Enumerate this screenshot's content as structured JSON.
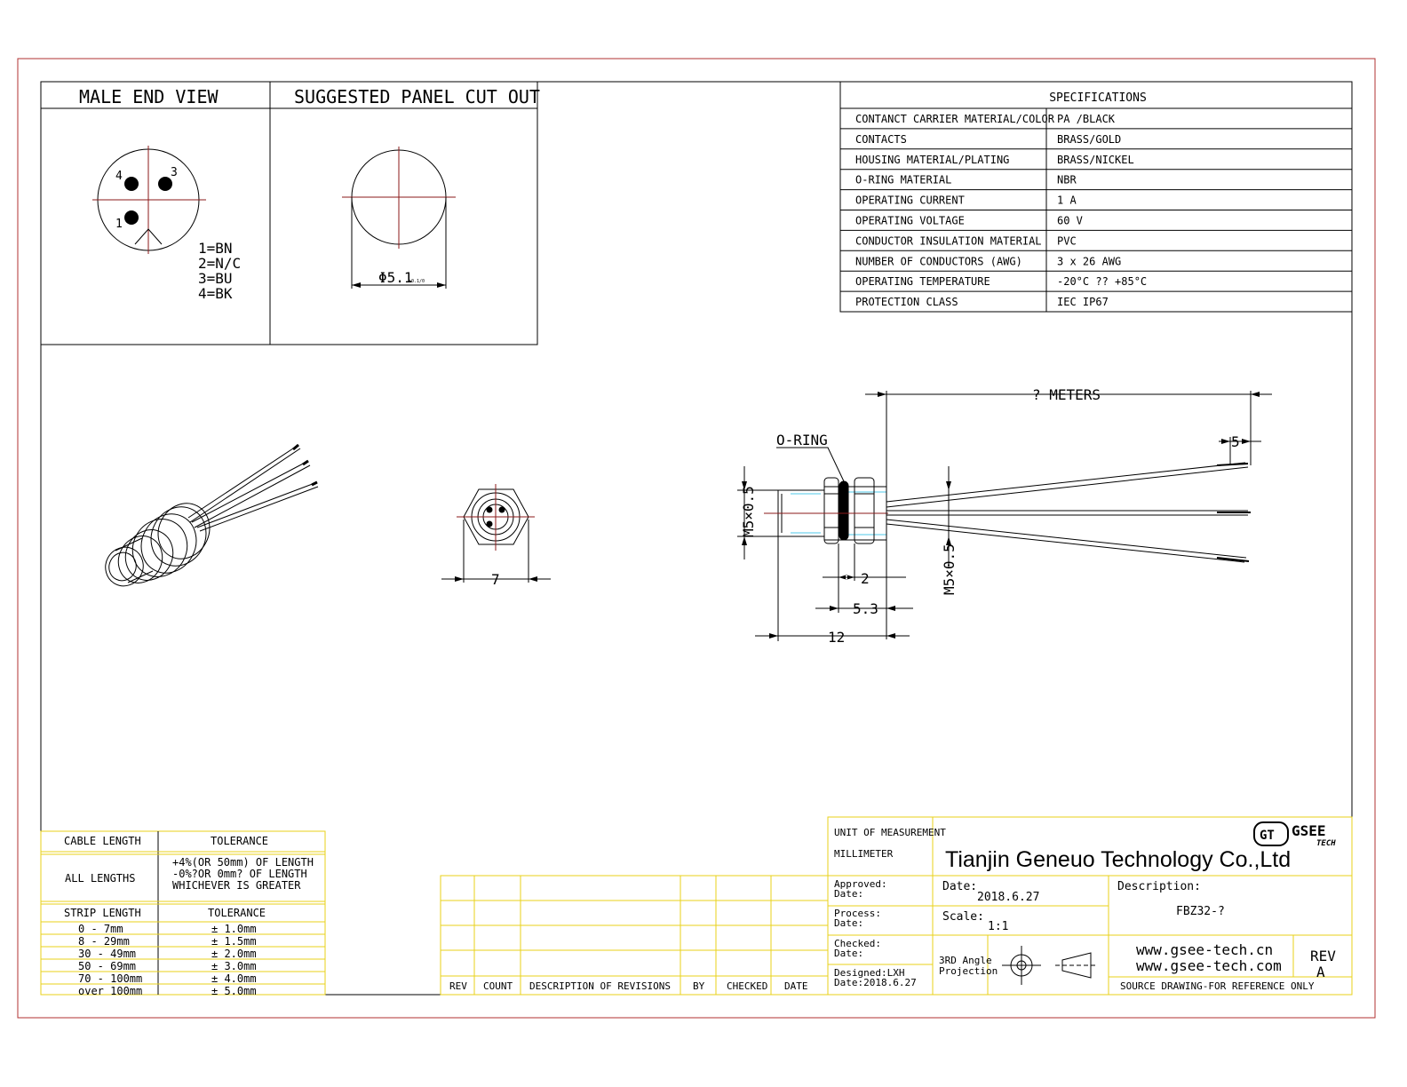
{
  "colors": {
    "frame": "#b03030",
    "title_block": "#e8d21a",
    "centerline": "#8b1a1a",
    "highlight": "#4fc9e8"
  },
  "views": {
    "male_end_view": {
      "title": "MALE END VIEW",
      "pin_labels": [
        "4",
        "3",
        "1"
      ],
      "pinout": [
        "1=BN",
        "2=N/C",
        "3=BU",
        "4=BK"
      ]
    },
    "panel_cutout": {
      "title": "SUGGESTED PANEL CUT OUT",
      "diameter": "Φ5.1",
      "diameter_tol": "+0.1/0"
    }
  },
  "specifications": {
    "title": "SPECIFICATIONS",
    "rows": [
      {
        "label": "CONTANCT CARRIER MATERIAL/COLOR",
        "value": "PA /BLACK"
      },
      {
        "label": "CONTACTS",
        "value": "BRASS/GOLD"
      },
      {
        "label": "HOUSING MATERIAL/PLATING",
        "value": "BRASS/NICKEL"
      },
      {
        "label": "O-RING MATERIAL",
        "value": "NBR"
      },
      {
        "label": "OPERATING CURRENT",
        "value": "1 A"
      },
      {
        "label": "OPERATING VOLTAGE",
        "value": "60 V"
      },
      {
        "label": "CONDUCTOR INSULATION MATERIAL",
        "value": "PVC"
      },
      {
        "label": "NUMBER OF CONDUCTORS (AWG)",
        "value": "3 x 26 AWG"
      },
      {
        "label": "OPERATING TEMPERATURE",
        "value": "-20°C ?? +85°C"
      },
      {
        "label": "PROTECTION CLASS",
        "value": "IEC IP67"
      }
    ]
  },
  "dimensions": {
    "length": "? METERS",
    "strip": "5",
    "oring": "O-RING",
    "thread_left": "M5×0.5",
    "thread_right": "M5×0.5",
    "d2": "2",
    "d53": "5.3",
    "d12": "12",
    "front_width": "7"
  },
  "tolerance_table": {
    "h1": "CABLE LENGTH",
    "h2": "TOLERANCE",
    "all_lengths": "ALL LENGTHS",
    "rule": [
      "+4%(OR 50mm) OF LENGTH",
      "-0%?OR 0mm? OF LENGTH",
      "WHICHEVER IS GREATER"
    ],
    "strip_h1": "STRIP LENGTH",
    "strip_h2": "TOLERANCE",
    "rows": [
      {
        "range": "0 - 7mm",
        "tol": "± 1.0mm"
      },
      {
        "range": "8 - 29mm",
        "tol": "± 1.5mm"
      },
      {
        "range": "30 - 49mm",
        "tol": "± 2.0mm"
      },
      {
        "range": "50 - 69mm",
        "tol": "± 3.0mm"
      },
      {
        "range": "70 - 100mm",
        "tol": "± 4.0mm"
      },
      {
        "range": "over 100mm",
        "tol": "± 5.0mm"
      }
    ]
  },
  "revisions": {
    "headers": [
      "REV",
      "COUNT",
      "DESCRIPTION OF REVISIONS",
      "BY",
      "CHECKED",
      "DATE"
    ]
  },
  "title_block": {
    "unit_label": "UNIT OF MEASUREMENT",
    "unit_value": "MILLIMETER",
    "company": "Tianjin Geneuo Technology Co.,Ltd",
    "logo_mark": "GT",
    "logo_name": "GSEE",
    "logo_sub": "TECH",
    "approved": "Approved:",
    "approved_date": "Date:",
    "process": "Process:",
    "process_date": "Date:",
    "checked": "Checked:",
    "checked_date": "Date:",
    "designed": "Designed:LXH",
    "designed_date": "Date:2018.6.27",
    "date_label": "Date:",
    "date_value": "2018.6.27",
    "scale_label": "Scale:",
    "scale_value": "1:1",
    "projection_1": "3RD Angle",
    "projection_2": "Projection",
    "description_label": "Description:",
    "description_value": "FBZ32-?",
    "url_1": "www.gsee-tech.cn",
    "url_2": "www.gsee-tech.com",
    "rev_label": "REV",
    "rev_value": "A",
    "source_note": "SOURCE DRAWING-FOR REFERENCE ONLY"
  }
}
